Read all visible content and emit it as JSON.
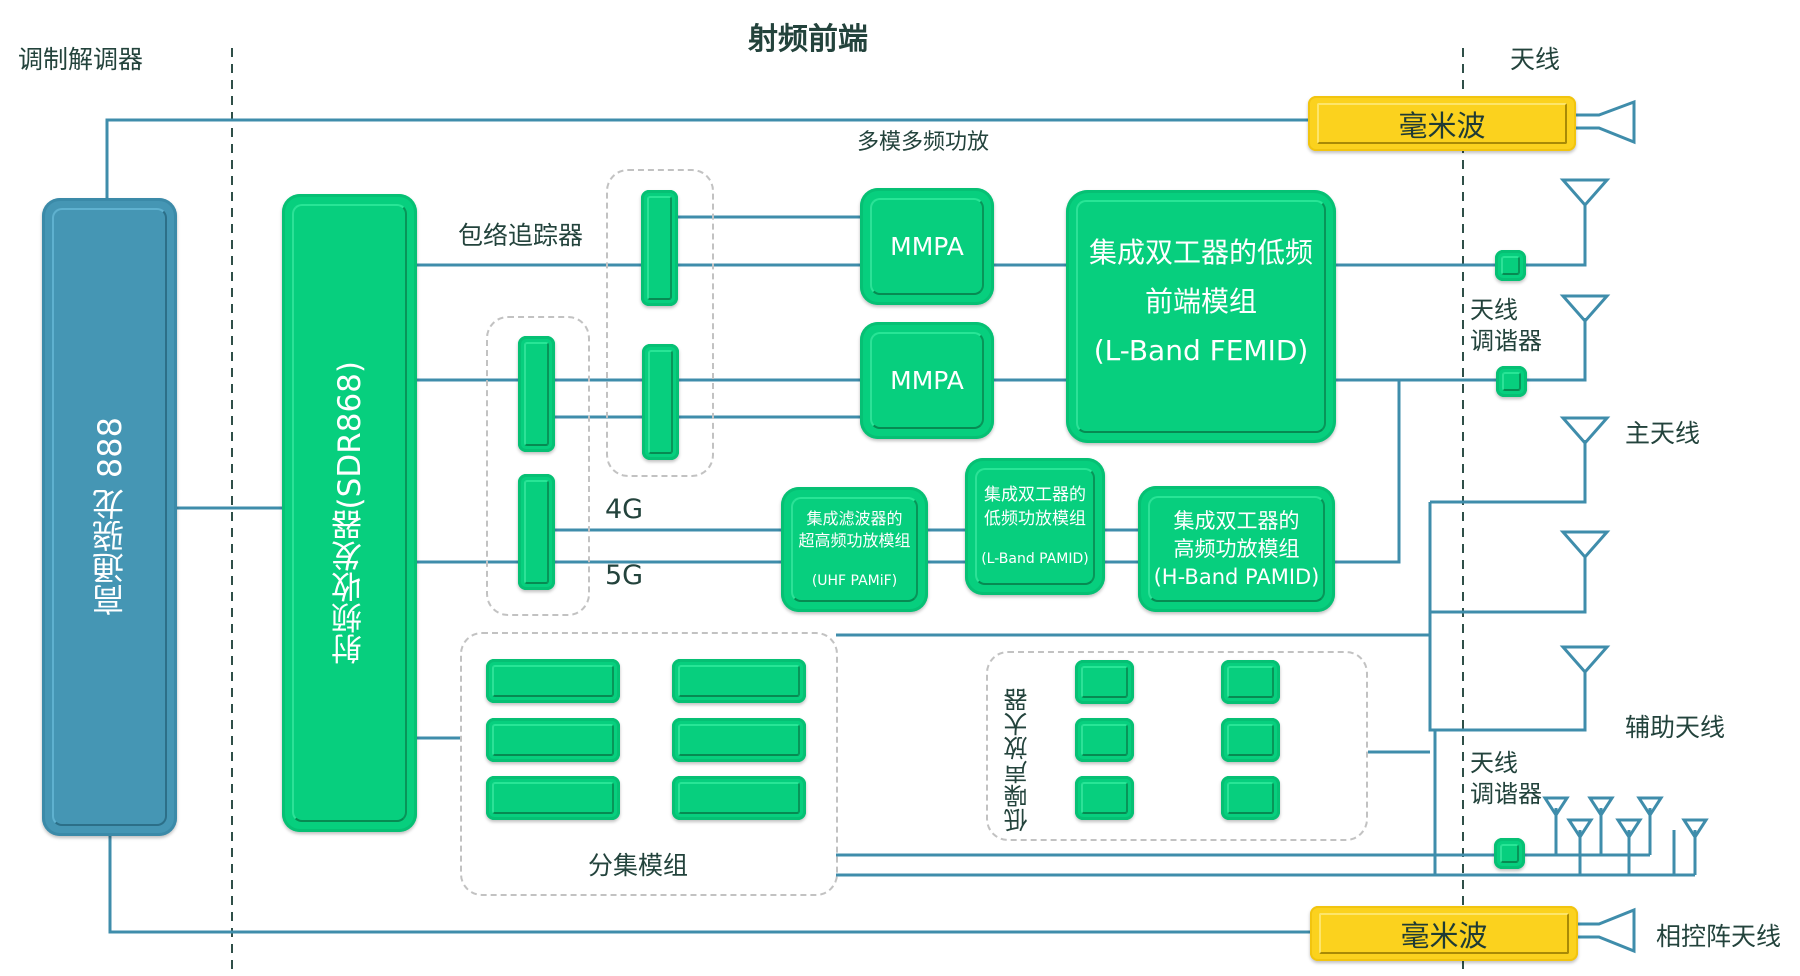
{
  "headers": {
    "modem": "调制解调器",
    "rf_frontend": "射频前端",
    "antenna": "天线"
  },
  "blocks": {
    "soc": "高通骁龙 888",
    "transceiver": "射频收发器(SDR868)",
    "mmpa_1": "MMPA",
    "mmpa_2": "MMPA",
    "femid": [
      "集成双工器的低频",
      "前端模组",
      "(L-Band FEMID)"
    ],
    "uhf_pamif": [
      "集成滤波器的",
      "超高频功放模组",
      "(UHF PAMiF)"
    ],
    "lband_pamid": [
      "集成双工器的",
      "低频功放模组",
      "(L-Band PAMID)"
    ],
    "hband_pamid": [
      "集成双工器的",
      "高频功放模组",
      "(H-Band PAMID)"
    ],
    "mmwave_top": "毫米波",
    "mmwave_bottom": "毫米波"
  },
  "labels": {
    "multimode_pa": "多模多频功放",
    "envelope_tracker": "包络追踪器",
    "g4": "4G",
    "g5": "5G",
    "diversity_module": "分集模组",
    "lna": "低噪声放大器",
    "tuner_1": [
      "天线",
      "调谐器"
    ],
    "tuner_2": [
      "天线",
      "调谐器"
    ],
    "main_antenna": "主天线",
    "aux_antenna": "辅助天线",
    "phased_array": "相控阵天线"
  },
  "colors": {
    "green": "#07cf7e",
    "blue": "#4596b4",
    "yellow": "#fbd21e",
    "line": "#3f8dab"
  }
}
